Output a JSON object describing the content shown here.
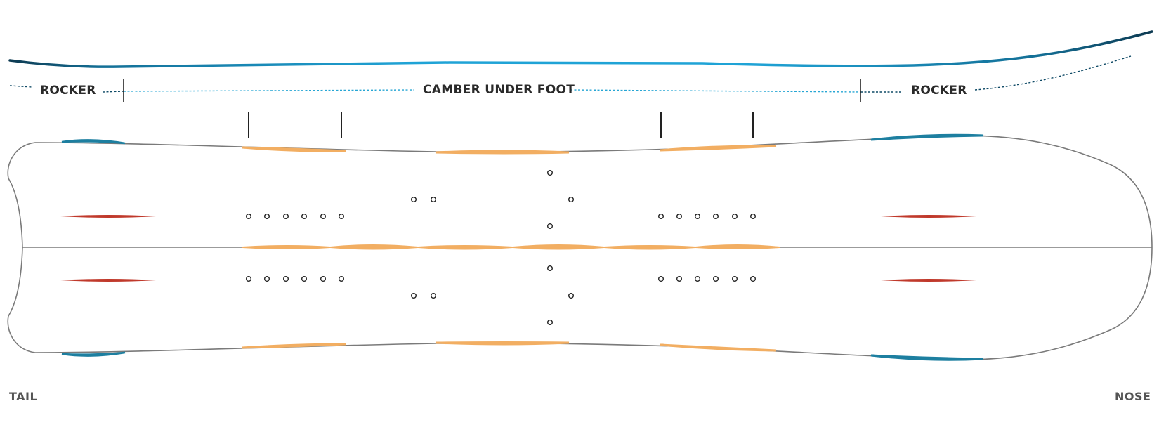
{
  "labels": {
    "rocker_left": "ROCKER",
    "camber": "CAMBER UNDER FOOT",
    "rocker_right": "ROCKER",
    "tail": "TAIL",
    "nose": "NOSE"
  },
  "colors": {
    "profile_dark": "#0d3a52",
    "profile_light": "#1fa3d6",
    "rocker_dash": "#0f4a66",
    "camber_dash": "#27a6d4",
    "outline": "#7a7a7a",
    "edge_blue": "#1d7fa0",
    "edge_orange": "#f2ae62",
    "insert_red": "#c0392b",
    "insert_holes": "#222222",
    "tick": "#222222"
  },
  "icons": {
    "board": "snowboard-outline",
    "inserts": "binding-insert-holes"
  }
}
